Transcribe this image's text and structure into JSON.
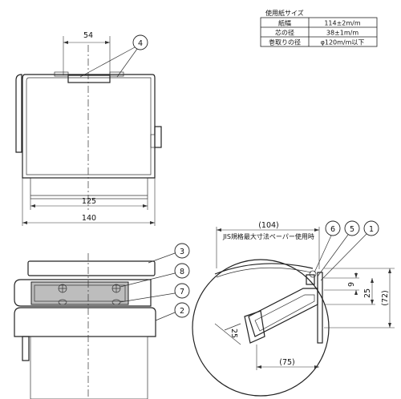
{
  "spec_table": {
    "title": "使用紙サイズ",
    "rows": [
      {
        "label": "紙幅",
        "value": "114±2m/m"
      },
      {
        "label": "芯の径",
        "value": "38±1m/m"
      },
      {
        "label": "巻取りの径",
        "value": "φ120m/m以下"
      }
    ]
  },
  "front_view": {
    "dim_top": "54",
    "dim_inner": "125",
    "dim_outer": "140",
    "callout": "4"
  },
  "top_view": {
    "callouts": [
      "3",
      "8",
      "7",
      "2"
    ]
  },
  "side_view": {
    "dim_top": "(104)",
    "note": "JIS規格最大寸法ペーパー使用時",
    "callouts": [
      "6",
      "5",
      "1"
    ],
    "dim_9": "9",
    "dim_25_right": "25",
    "dim_72": "(72)",
    "dim_25_core": "25",
    "dim_75": "(75)"
  }
}
